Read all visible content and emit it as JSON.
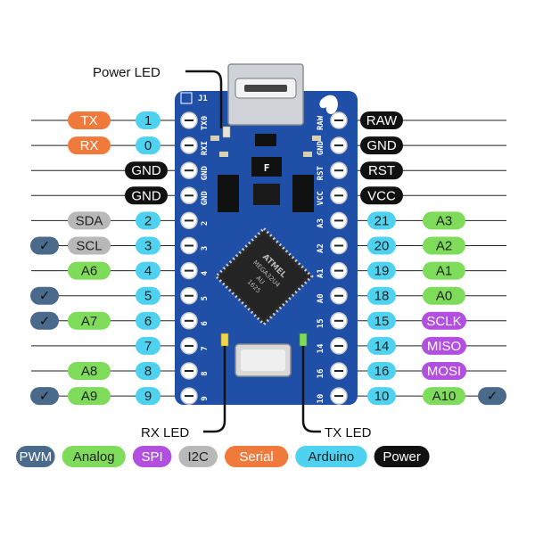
{
  "colors": {
    "PWM": "#4a6a8c",
    "Analog": "#7fdc5a",
    "SPI": "#b24fe0",
    "I2C": "#b8b8b8",
    "Serial": "#ef7a3c",
    "Arduino": "#4fd2f0",
    "Power": "#111111",
    "board": "#1f4fa6"
  },
  "callouts": {
    "power_led": "Power LED",
    "rx_led": "RX LED",
    "tx_led": "TX LED"
  },
  "left_rows": [
    {
      "pin": "1",
      "labels": [
        {
          "text": "TX",
          "type": "Serial"
        }
      ],
      "pwm": false
    },
    {
      "pin": "0",
      "labels": [
        {
          "text": "RX",
          "type": "Serial"
        }
      ],
      "pwm": false
    },
    {
      "pin": "",
      "labels": [
        {
          "text": "GND",
          "type": "Power"
        }
      ],
      "pwm": false
    },
    {
      "pin": "",
      "labels": [
        {
          "text": "GND",
          "type": "Power"
        }
      ],
      "pwm": false
    },
    {
      "pin": "2",
      "labels": [
        {
          "text": "SDA",
          "type": "I2C"
        }
      ],
      "pwm": false
    },
    {
      "pin": "3",
      "labels": [
        {
          "text": "SCL",
          "type": "I2C"
        }
      ],
      "pwm": true
    },
    {
      "pin": "4",
      "labels": [
        {
          "text": "A6",
          "type": "Analog"
        }
      ],
      "pwm": false
    },
    {
      "pin": "5",
      "labels": [],
      "pwm": true
    },
    {
      "pin": "6",
      "labels": [
        {
          "text": "A7",
          "type": "Analog"
        }
      ],
      "pwm": true
    },
    {
      "pin": "7",
      "labels": [],
      "pwm": false
    },
    {
      "pin": "8",
      "labels": [
        {
          "text": "A8",
          "type": "Analog"
        }
      ],
      "pwm": false
    },
    {
      "pin": "9",
      "labels": [
        {
          "text": "A9",
          "type": "Analog"
        }
      ],
      "pwm": true
    }
  ],
  "right_rows": [
    {
      "pin": "",
      "labels": [
        {
          "text": "RAW",
          "type": "Power"
        }
      ],
      "pwm": false
    },
    {
      "pin": "",
      "labels": [
        {
          "text": "GND",
          "type": "Power"
        }
      ],
      "pwm": false
    },
    {
      "pin": "",
      "labels": [
        {
          "text": "RST",
          "type": "Power"
        }
      ],
      "pwm": false
    },
    {
      "pin": "",
      "labels": [
        {
          "text": "VCC",
          "type": "Power"
        }
      ],
      "pwm": false
    },
    {
      "pin": "21",
      "labels": [
        {
          "text": "A3",
          "type": "Analog"
        }
      ],
      "pwm": false
    },
    {
      "pin": "20",
      "labels": [
        {
          "text": "A2",
          "type": "Analog"
        }
      ],
      "pwm": false
    },
    {
      "pin": "19",
      "labels": [
        {
          "text": "A1",
          "type": "Analog"
        }
      ],
      "pwm": false
    },
    {
      "pin": "18",
      "labels": [
        {
          "text": "A0",
          "type": "Analog"
        }
      ],
      "pwm": false
    },
    {
      "pin": "15",
      "labels": [
        {
          "text": "SCLK",
          "type": "SPI"
        }
      ],
      "pwm": false
    },
    {
      "pin": "14",
      "labels": [
        {
          "text": "MISO",
          "type": "SPI"
        }
      ],
      "pwm": false
    },
    {
      "pin": "16",
      "labels": [
        {
          "text": "MOSI",
          "type": "SPI"
        }
      ],
      "pwm": false
    },
    {
      "pin": "10",
      "labels": [
        {
          "text": "A10",
          "type": "Analog"
        }
      ],
      "pwm": true
    }
  ],
  "silk_left": [
    "TX0",
    "RXI",
    "GND",
    "GND",
    "2",
    "3",
    "4",
    "5",
    "6",
    "7",
    "8",
    "9"
  ],
  "silk_right": [
    "RAW",
    "GND",
    "RST",
    "VCC",
    "A3",
    "A2",
    "A1",
    "A0",
    "15",
    "14",
    "16",
    "10"
  ],
  "board_marks": {
    "j1": "J1",
    "fuse": "F",
    "chip_lines": [
      "ATMEL",
      "MEGA32U4",
      "AU",
      "1625"
    ]
  },
  "pwm_mark": "✓",
  "legend": [
    {
      "text": "PWM",
      "type": "PWM"
    },
    {
      "text": "Analog",
      "type": "Analog"
    },
    {
      "text": "SPI",
      "type": "SPI"
    },
    {
      "text": "I2C",
      "type": "I2C"
    },
    {
      "text": "Serial",
      "type": "Serial"
    },
    {
      "text": "Arduino",
      "type": "Arduino"
    },
    {
      "text": "Power",
      "type": "Power"
    }
  ]
}
